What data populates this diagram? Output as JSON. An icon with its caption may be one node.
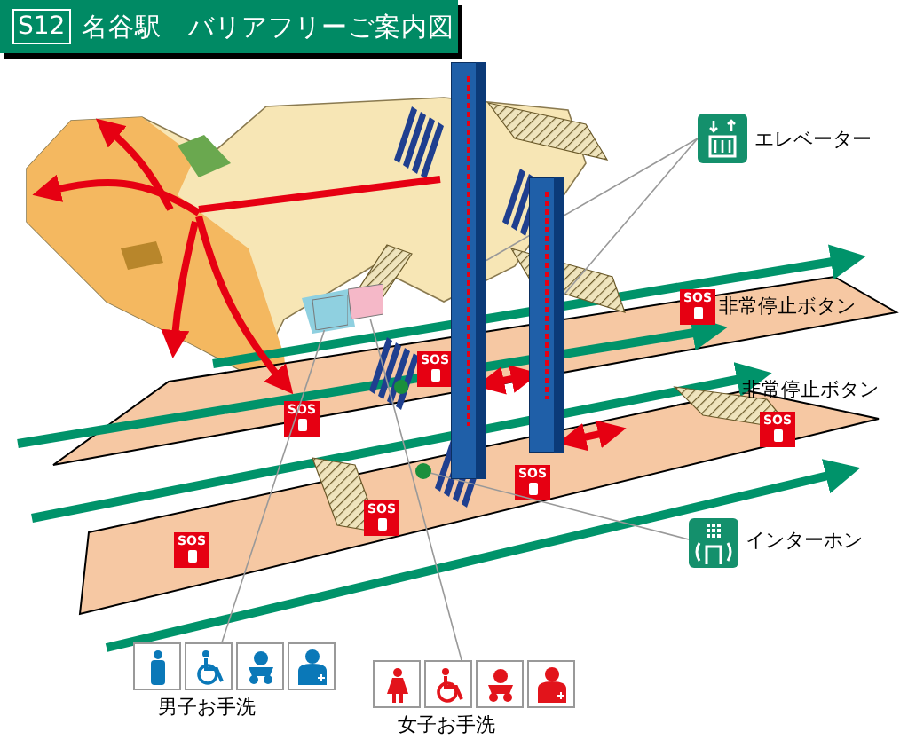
{
  "diagram": {
    "title": "名谷駅　バリアフリーご案内図",
    "nodes": [
      {
        "text": [
          "エレベーター"
        ]
      },
      {
        "text": [],
        "shape": "box"
      },
      {
        "text": [],
        "shape": "box"
      },
      {
        "text": [
          "インターホン"
        ]
      },
      {
        "text": [],
        "shape": "circle"
      },
      {
        "text": [
          "男子お手洗"
        ]
      },
      {
        "text": [],
        "shape": "box"
      },
      {
        "text": [
          "女子お手洗"
        ]
      },
      {
        "text": [],
        "shape": "box"
      }
    ],
    "edges": [
      {
        "from": 0,
        "to": 1,
        "arrow": "none"
      },
      {
        "from": 0,
        "to": 2,
        "arrow": "none"
      },
      {
        "from": 3,
        "to": 4,
        "arrow": "none"
      },
      {
        "from": 5,
        "to": 6,
        "arrow": "none"
      },
      {
        "from": 7,
        "to": 8,
        "arrow": "none"
      }
    ],
    "labels": [
      "S12",
      "SOS",
      "非常停止ボタン",
      "SOS",
      "非常停止ボタン",
      "SOS",
      "SOS",
      "SOS",
      "SOS",
      "SOS"
    ]
  }
}
